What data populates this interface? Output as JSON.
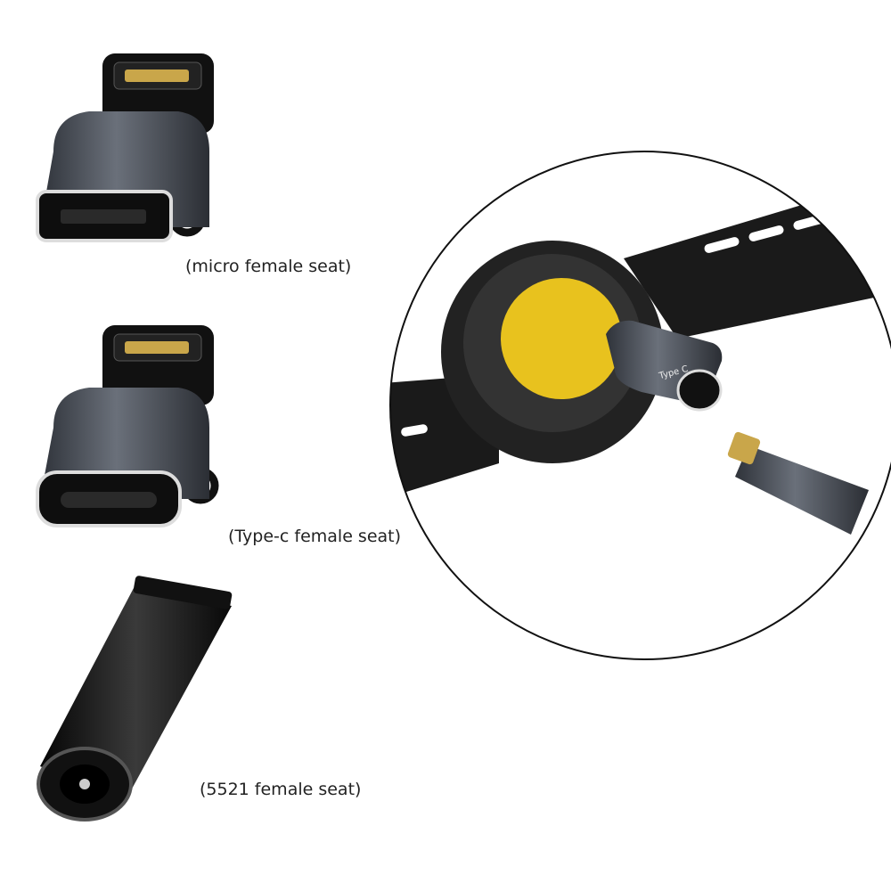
{
  "labels": {
    "micro": "(micro female seat)",
    "typec": "(Type-c female seat)",
    "dc5521": "(5521 female seat)"
  },
  "inset": {
    "connector_text": "Type C"
  },
  "colors": {
    "background": "#ffffff",
    "adapter_body": "#4a4f58",
    "watch_band": "#1a1a1a",
    "watch_back_plate": "#e8c21e",
    "chrome": "#d8d8d8"
  }
}
